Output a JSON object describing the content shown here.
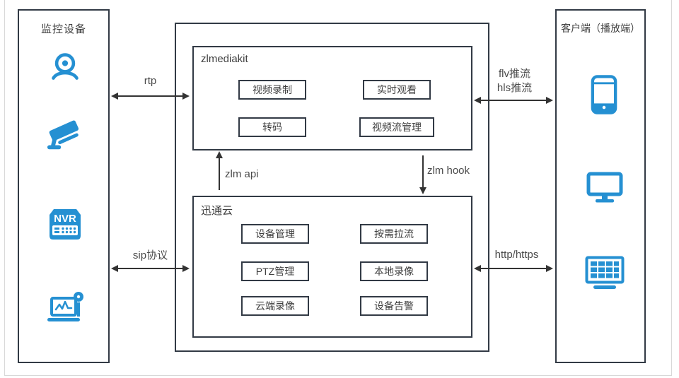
{
  "colors": {
    "accent": "#2590D2",
    "box_border": "#323A45",
    "arrow": "#333333",
    "text": "#3F3F3F"
  },
  "left_panel": {
    "title": "监控设备",
    "nvr_label": "NVR",
    "icons": [
      "webcam",
      "cctv-camera",
      "nvr-recorder",
      "laptop-monitoring"
    ]
  },
  "middle": {
    "zlmediakit": {
      "title": "zlmediakit",
      "buttons": [
        "视频录制",
        "实时观看",
        "转码",
        "视频流管理"
      ]
    },
    "cloud": {
      "title": "迅通云",
      "buttons": [
        "设备管理",
        "按需拉流",
        "PTZ管理",
        "本地录像",
        "云端录像",
        "设备告警"
      ]
    }
  },
  "right_panel": {
    "title": "客户端（播放端）",
    "icons": [
      "smartphone",
      "desktop-monitor",
      "video-wall"
    ]
  },
  "connections": {
    "rtp": "rtp",
    "sip": "sip协议",
    "flv": "flv推流",
    "hls": "hls推流",
    "http": "http/https",
    "zlm_api": "zlm api",
    "zlm_hook": "zlm hook"
  }
}
